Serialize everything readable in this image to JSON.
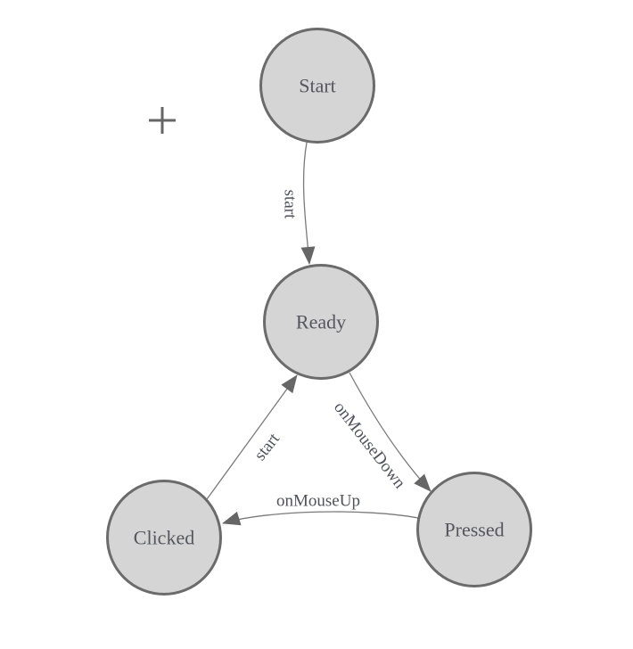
{
  "colors": {
    "background": "#ffffff",
    "node_fill": "#d5d5d5",
    "node_stroke": "#6b6b6b",
    "node_text": "#54575e",
    "edge_line": "#7a7a7a",
    "edge_text": "#4e525a",
    "arrowhead": "#666666",
    "crosshair": "#666666"
  },
  "diagram": {
    "type": "state-machine",
    "nodes": [
      {
        "id": "start",
        "label": "Start"
      },
      {
        "id": "ready",
        "label": "Ready"
      },
      {
        "id": "clicked",
        "label": "Clicked"
      },
      {
        "id": "pressed",
        "label": "Pressed"
      }
    ],
    "edges": [
      {
        "from": "start",
        "to": "ready",
        "label": "start"
      },
      {
        "from": "ready",
        "to": "pressed",
        "label": "onMouseDown"
      },
      {
        "from": "pressed",
        "to": "clicked",
        "label": "onMouseUp"
      },
      {
        "from": "clicked",
        "to": "ready",
        "label": "start"
      }
    ],
    "icons": [
      {
        "name": "plus-crosshair-icon"
      }
    ]
  }
}
